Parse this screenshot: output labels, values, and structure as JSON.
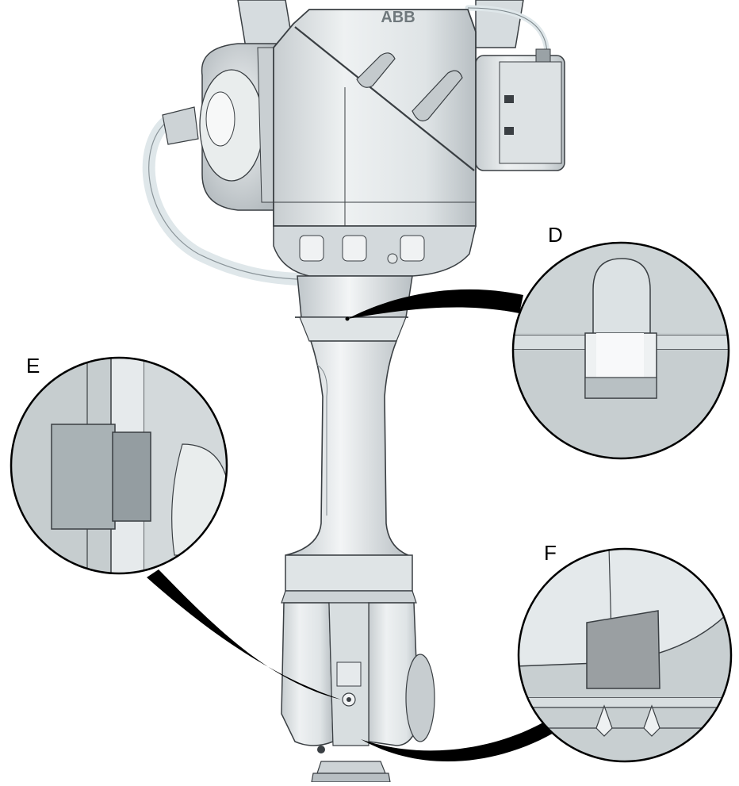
{
  "callouts": [
    {
      "id": "D",
      "label": "D"
    },
    {
      "id": "E",
      "label": "E"
    },
    {
      "id": "F",
      "label": "F"
    }
  ],
  "colors": {
    "body_light": "#e6eaec",
    "body_mid": "#cfd5d8",
    "body_dark": "#a9b0b4",
    "outline": "#3a3f43",
    "hose": "#dfe7ea",
    "magnifier_bg": "#c4cbcd",
    "leader": "#000000"
  },
  "brand_text": "ABB"
}
